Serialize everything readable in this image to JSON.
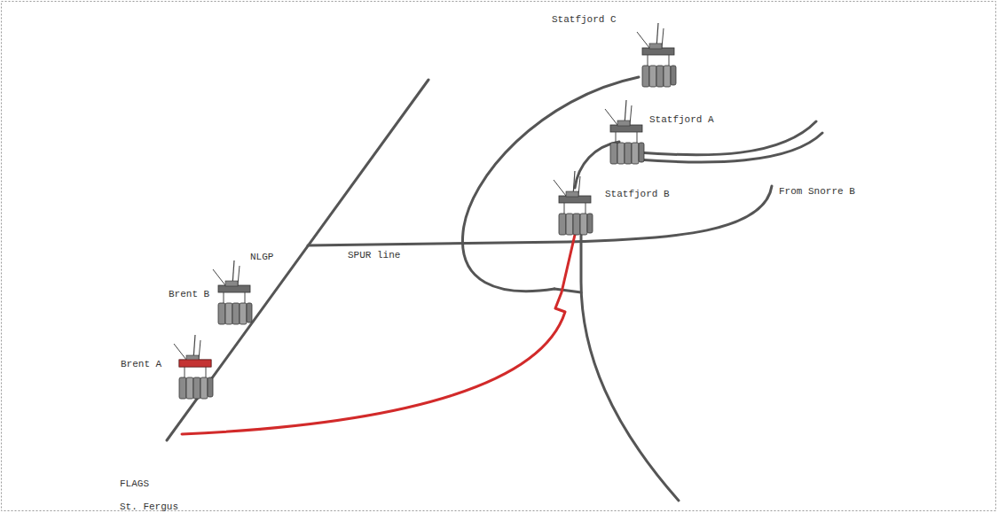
{
  "diagram": {
    "labels": [
      "Statfjord C",
      "Statfjord A",
      "Statfjord B",
      "From Snorre B",
      "SPUR line",
      "NLGP",
      "Brent B",
      "Brent A",
      "FLAGS",
      "St. Fergus"
    ]
  }
}
